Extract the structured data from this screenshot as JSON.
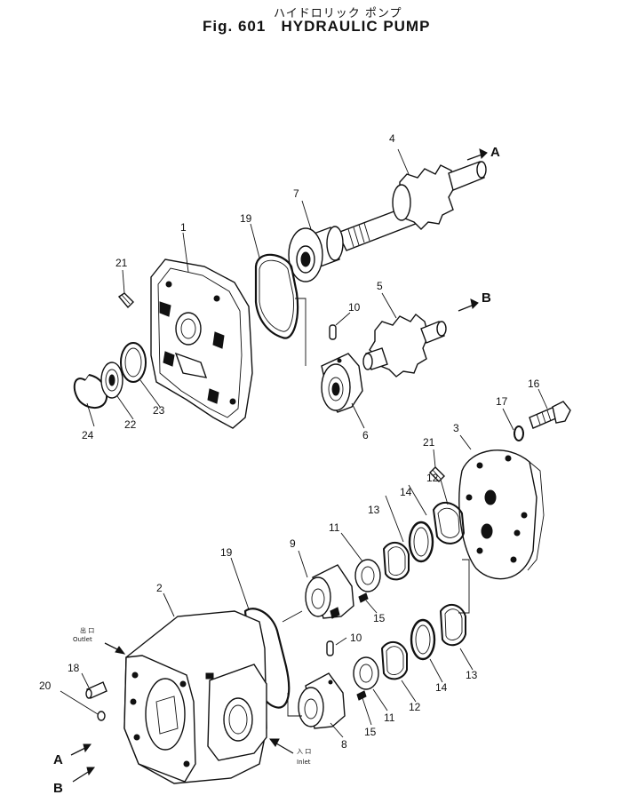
{
  "title": {
    "japanese": "ハイドロリック ポンプ",
    "figure": "Fig. 601",
    "english": "HYDRAULIC PUMP"
  },
  "callouts": [
    "1",
    "2",
    "3",
    "4",
    "5",
    "6",
    "7",
    "8",
    "9",
    "10",
    "10",
    "11",
    "11",
    "12",
    "12",
    "13",
    "13",
    "14",
    "14",
    "15",
    "15",
    "16",
    "17",
    "18",
    "19",
    "19",
    "20",
    "21",
    "21",
    "22",
    "23",
    "24"
  ],
  "flow_labels": {
    "outlet_jp": "出 口",
    "outlet": "Outlet",
    "inlet_jp": "入 口",
    "inlet": "Inlet",
    "arrow_a": "A",
    "arrow_b": "B"
  }
}
